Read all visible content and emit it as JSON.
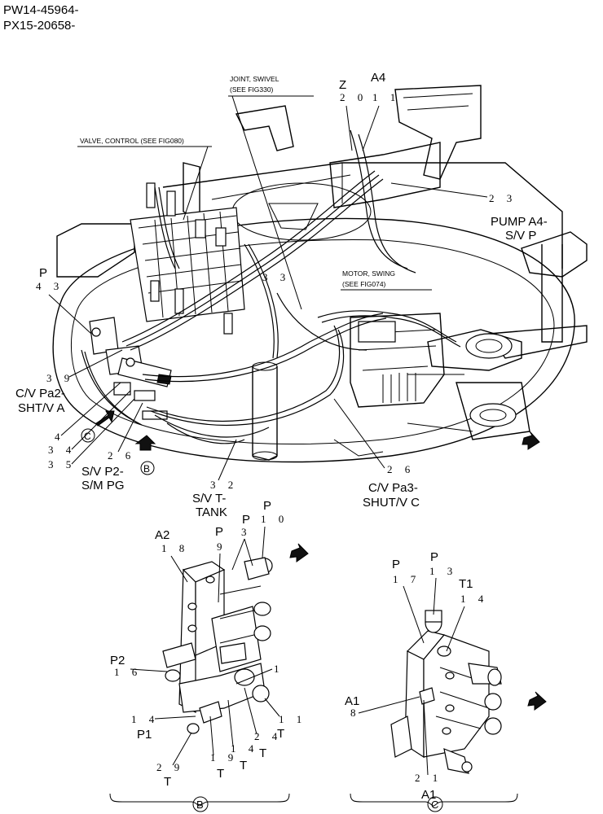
{
  "header": {
    "line1": "PW14-45964-",
    "line2": "PX15-20658-"
  },
  "callouts": {
    "joint_swivel_1": "JOINT, SWIVEL",
    "joint_swivel_2": "(SEE FIG330)",
    "valve_control": "VALVE, CONTROL (SEE FIG080)",
    "motor_swing_1": "MOTOR, SWING",
    "motor_swing_2": "(SEE FIG074)"
  },
  "labels": {
    "z": "Z",
    "a4": "A4",
    "n20": "2 0",
    "n11": "1 1",
    "n23": "2 3",
    "pump_1": "PUMP A4-",
    "pump_2": "S/V P",
    "p_left": "P",
    "n43": "4 3",
    "n33": "3 3",
    "n39": "3 9",
    "cv_pa2_1": "C/V Pa2-",
    "cv_pa2_2": "SHT/V A",
    "n4": "4",
    "n34": "3 4",
    "n35": "3 5",
    "n26a": "2 6",
    "sv_p2_1": "S/V P2-",
    "sv_p2_2": "S/M PG",
    "n32": "3 2",
    "sv_t_1": "S/V T-",
    "sv_t_2": "TANK",
    "n26b": "2 6",
    "cv_pa3_1": "C/V Pa3-",
    "cv_pa3_2": "SHUT/V C",
    "circ_b": "B",
    "circ_c": "C"
  },
  "detail_b": {
    "a2": "A2",
    "n18": "1 8",
    "p9": "P",
    "n9": "9",
    "n3": "3",
    "p10": "P",
    "n10": "1 0",
    "p2": "P2",
    "n16": "1 6",
    "n1": "1",
    "n14a": "1 4",
    "p1": "P1",
    "n11b": "1 1",
    "t11": "T",
    "n24": "2 4",
    "t24": "T",
    "n14b": "1 4",
    "t14": "T",
    "n19": "1 9",
    "t19": "T",
    "n29": "2 9",
    "t29": "T",
    "circle": "B"
  },
  "detail_c": {
    "p17": "P",
    "n17": "1 7",
    "p13": "P",
    "n13": "1 3",
    "t1": "T1",
    "n14": "1 4",
    "a1a": "A1",
    "n8": "8",
    "n21": "2 1",
    "a1b": "A1",
    "circle": "C"
  }
}
